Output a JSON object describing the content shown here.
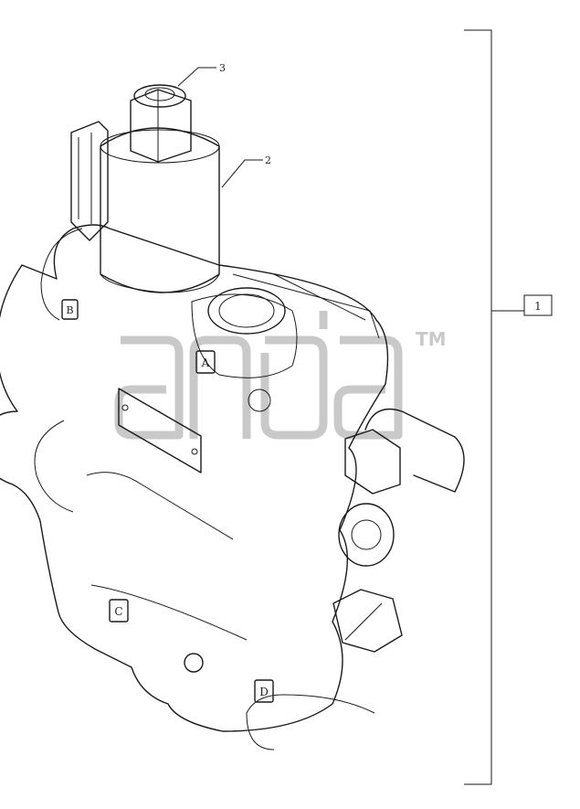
{
  "callouts": {
    "assembly": "1",
    "solenoid_coil": "2",
    "coil_nut": "3"
  },
  "port_markings": {
    "a": "A",
    "b": "B",
    "c": "C",
    "d": "D"
  },
  "watermark": {
    "text": "anda",
    "trademark": "TM"
  },
  "colors": {
    "line": "#1a1a1a",
    "background": "#ffffff",
    "watermark": "#c9c9c9"
  }
}
